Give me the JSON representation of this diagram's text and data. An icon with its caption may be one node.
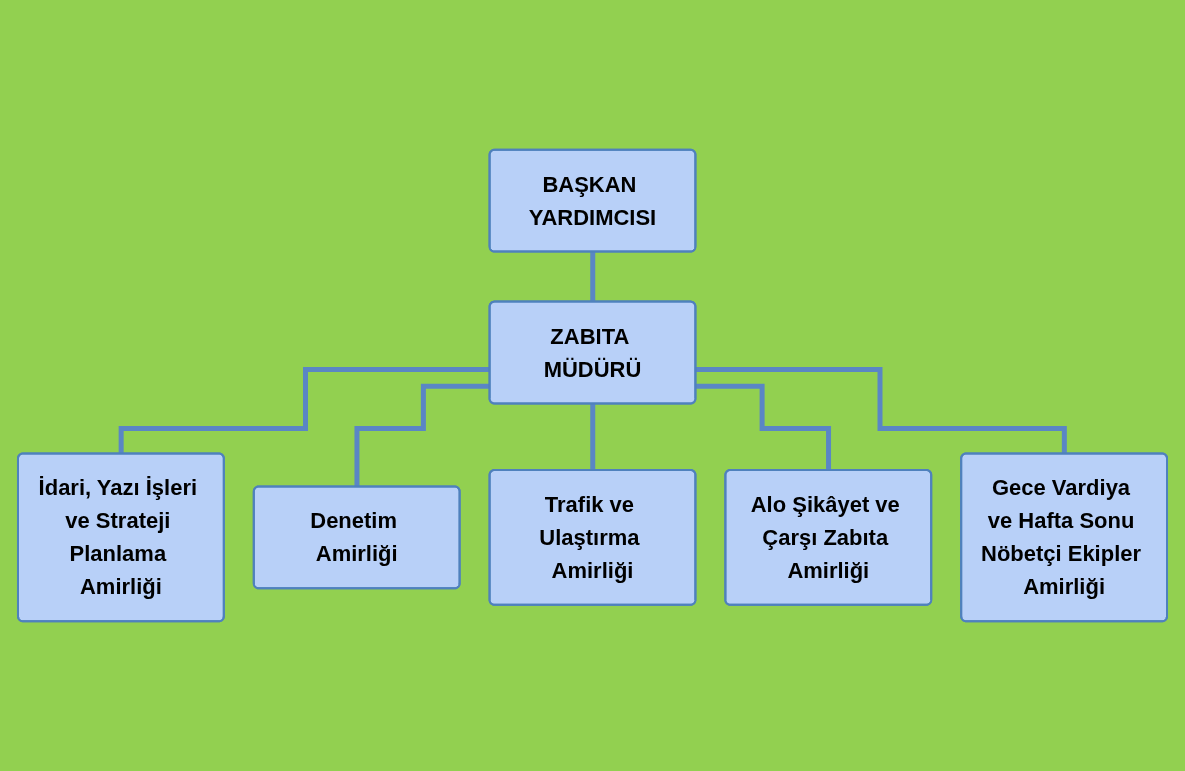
{
  "diagram": {
    "nodes": [
      {
        "text": [
          "BAŞKAN YARDIMCISI"
        ]
      },
      {
        "text": [
          "ZABITA MÜDÜRÜ"
        ]
      },
      {
        "text": [
          "İdari, Yazı İşleri ve Strateji Planlama Amirliği"
        ]
      },
      {
        "text": [
          "Denetim Amirliği"
        ]
      },
      {
        "text": [
          "Trafik ve Ulaştırma Amirliği"
        ]
      },
      {
        "text": [
          "Alo Şikâyet ve Çarşı Zabıta Amirliği"
        ]
      },
      {
        "text": [
          "Gece Vardiya ve Hafta Sonu Nöbetçi Ekipler Amirliği"
        ]
      }
    ],
    "edges": [
      {
        "from": 0,
        "to": 1,
        "arrow": "none"
      },
      {
        "from": 1,
        "to": 2,
        "arrow": "none"
      },
      {
        "from": 1,
        "to": 3,
        "arrow": "none"
      },
      {
        "from": 1,
        "to": 4,
        "arrow": "none"
      },
      {
        "from": 1,
        "to": 5,
        "arrow": "none"
      },
      {
        "from": 1,
        "to": 6,
        "arrow": "none"
      }
    ]
  }
}
